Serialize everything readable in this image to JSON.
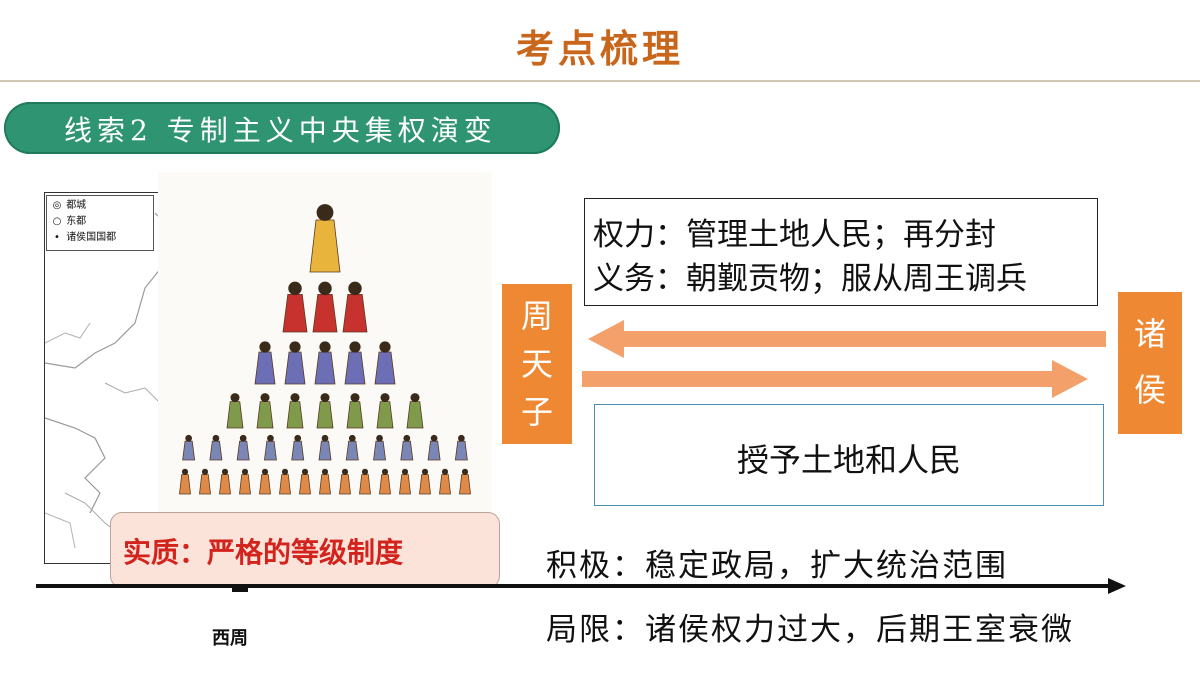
{
  "header": {
    "title": "考点梳理"
  },
  "section": {
    "label": "线索2 专制主义中央集权演变"
  },
  "map": {
    "legend": [
      {
        "icon": "capital-symbol-icon",
        "symbol": "◎",
        "label": "都城"
      },
      {
        "icon": "eastern-capital-symbol-icon",
        "symbol": "○",
        "label": "东都"
      },
      {
        "icon": "vassal-capital-symbol-icon",
        "symbol": "•",
        "label": "诸侯国国都"
      }
    ]
  },
  "essence": {
    "text": "实质：严格的等级制度"
  },
  "rights": {
    "line1": "权力：管理土地人民；再分封",
    "line2": "义务：朝觐贡物；服从周王调兵"
  },
  "zhou": {
    "chars": [
      "周",
      "天",
      "子"
    ]
  },
  "zhuhou": {
    "chars": [
      "诸",
      "侯"
    ]
  },
  "grant": {
    "text": "授予土地和人民"
  },
  "effects": {
    "positive": "积极：稳定政局，扩大统治范围",
    "limitation": "局限：诸侯权力过大，后期王室衰微"
  },
  "timeline": {
    "era": "西周"
  },
  "colors": {
    "title": "#C8661C",
    "pill": "#2E9472",
    "orange": "#EE8833",
    "arrow": "#F4A06A",
    "essence_bg": "#FBE3DA",
    "essence_text": "#D2231C"
  }
}
